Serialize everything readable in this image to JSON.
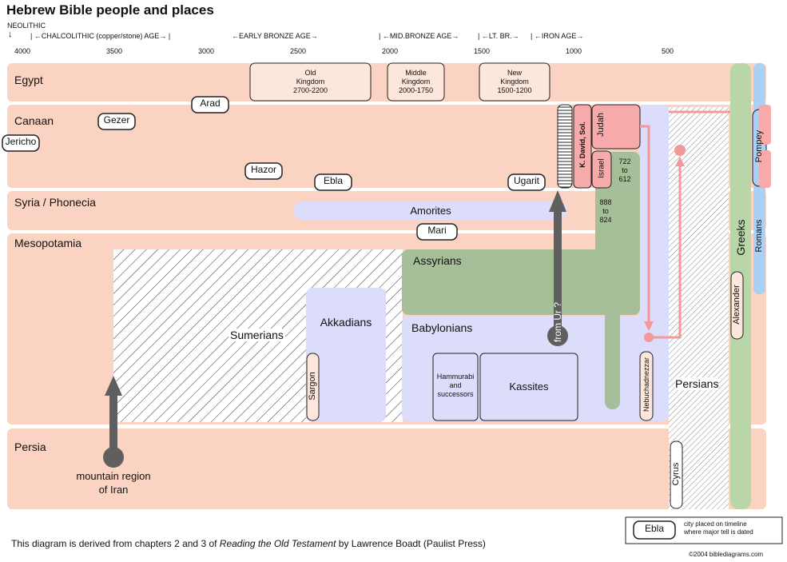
{
  "title": "Hebrew Bible people and places",
  "ages": {
    "neolithic": "NEOLITHIC",
    "neolithic_arrow": "↓",
    "chalcolithic": "| ←CHALCOLITHIC (copper/stone) AGE→ |",
    "early_bronze": "←EARLY BRONZE AGE→",
    "mid_bronze": "| ←MID.BRONZE AGE→",
    "late_bronze": "| ←LT. BR.→",
    "iron": "| ←IRON AGE→"
  },
  "timeline_ticks": [
    "4000",
    "3500",
    "3000",
    "2500",
    "2000",
    "1500",
    "1000",
    "500"
  ],
  "regions": {
    "egypt": "Egypt",
    "canaan": "Canaan",
    "syria": "Syria / Phonecia",
    "mesopotamia": "Mesopotamia",
    "persia": "Persia"
  },
  "kingdoms": {
    "old": [
      "Old",
      "Kingdom",
      "2700-2200"
    ],
    "middle": [
      "Middle",
      "Kingdom",
      "2000-1750"
    ],
    "new": [
      "New",
      "Kingdom",
      "1500-1200"
    ]
  },
  "cities": {
    "arad": "Arad",
    "gezer": "Gezer",
    "jericho": "Jericho",
    "hazor": "Hazor",
    "ebla": "Ebla",
    "ugarit": "Ugarit",
    "mari": "Mari"
  },
  "peoples": {
    "amorites": "Amorites",
    "assyrians": "Assyrians",
    "babylonians": "Babylonians",
    "sumerians": "Sumerians",
    "akkadians": "Akkadians",
    "sargon": "Sargon",
    "hammurabi": [
      "Hammurabi",
      "and",
      "successors"
    ],
    "kassites": "Kassites",
    "persians": "Persians",
    "greeks": "Greeks",
    "romans": "Romans",
    "alexander": "Alexander",
    "pompey": "Pompey",
    "cyrus": "Cyrus",
    "nebuchadnezzar": "Nebuchadnezzar",
    "david_solomon": "K. David, Sol.",
    "judah": "Judah",
    "israel": "Israel",
    "israel_dates": [
      "722",
      "to",
      "612"
    ],
    "assyria_dates": [
      "888",
      "to",
      "824"
    ]
  },
  "annotations": {
    "from_ur": "from Ur ?",
    "mountain": [
      "mountain region",
      "of Iran"
    ]
  },
  "credit": {
    "prefix": "This diagram is derived from chapters 2 and 3 of ",
    "book": "Reading the Old Testament",
    "suffix": " by Lawrence Boadt (Paulist Press)"
  },
  "legend": {
    "sample_city": "Ebla",
    "text": [
      "city placed on timeline",
      "where major tell is dated"
    ]
  },
  "copyright": "©2004 biblediagrams.com",
  "colors": {
    "band": "#fbd3c2",
    "lavender": "#dcdcfb",
    "green": "#a7bf98",
    "greek_green": "#b9d6a8",
    "roman_blue": "#a9d0f5",
    "judah_pink": "#f6aaaa",
    "arrow_gray": "#5f5f5f"
  }
}
